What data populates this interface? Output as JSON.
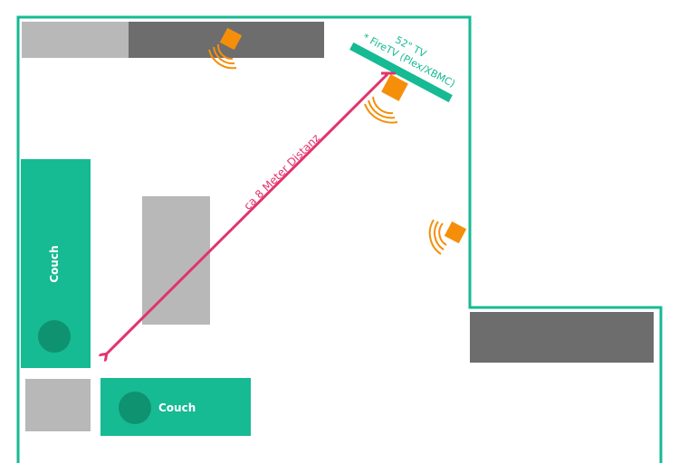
{
  "colors": {
    "accent": "#16ba93",
    "accent_dark": "#0f9270",
    "furniture_light": "#b8b8b8",
    "furniture_dark": "#6d6d6d",
    "speaker": "#f58f0a",
    "distance_arrow": "#e2336b",
    "background": "#ffffff"
  },
  "tv": {
    "label_line1": "52\" TV",
    "label_line2": "* FireTV (Plex/XBMC)"
  },
  "distance": {
    "label": "ca 8 Meter Distanz"
  },
  "couches": [
    {
      "label": "Couch"
    },
    {
      "label": "Couch"
    }
  ],
  "icons": {
    "speaker": "speaker-icon",
    "seat": "seat-circle-icon"
  }
}
